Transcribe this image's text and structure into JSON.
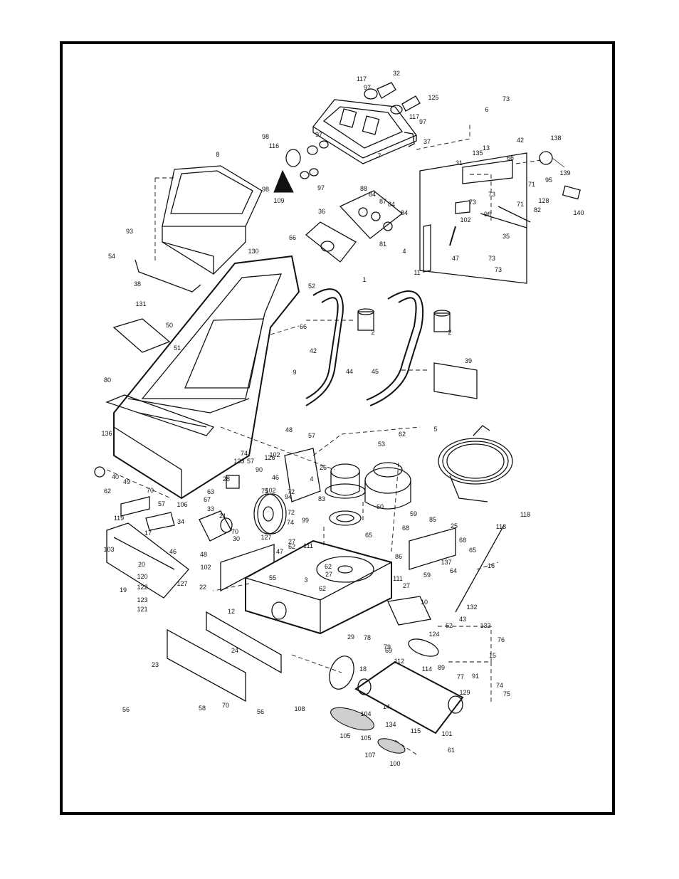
{
  "diagram": {
    "callouts": [
      "1",
      "2",
      "2",
      "3",
      "4",
      "4",
      "5",
      "6",
      "7",
      "8",
      "9",
      "10",
      "11",
      "12",
      "13",
      "14",
      "15",
      "16",
      "17",
      "18",
      "19",
      "20",
      "21",
      "22",
      "23",
      "24",
      "25",
      "26",
      "27",
      "27",
      "27",
      "28",
      "29",
      "30",
      "31",
      "32",
      "33",
      "34",
      "35",
      "36",
      "37",
      "38",
      "39",
      "40",
      "42",
      "42",
      "43",
      "44",
      "45",
      "46",
      "46",
      "47",
      "47",
      "48",
      "48",
      "49",
      "50",
      "51",
      "52",
      "53",
      "54",
      "55",
      "56",
      "56",
      "57",
      "57",
      "57",
      "58",
      "59",
      "59",
      "60",
      "61",
      "62",
      "62",
      "62",
      "62",
      "62",
      "62",
      "63",
      "64",
      "65",
      "65",
      "66",
      "66",
      "66",
      "67",
      "68",
      "68",
      "69",
      "70",
      "70",
      "70",
      "71",
      "71",
      "72",
      "72",
      "73",
      "73",
      "73",
      "73",
      "73",
      "74",
      "74",
      "74",
      "75",
      "75",
      "76",
      "77",
      "78",
      "79",
      "80",
      "81",
      "82",
      "83",
      "84",
      "84",
      "84",
      "85",
      "86",
      "87",
      "88",
      "89",
      "90",
      "91",
      "93",
      "94",
      "95",
      "96",
      "97",
      "97",
      "97",
      "97",
      "98",
      "98",
      "99",
      "100",
      "101",
      "102",
      "102",
      "102",
      "102",
      "103",
      "104",
      "105",
      "105",
      "106",
      "107",
      "108",
      "109",
      "111",
      "111",
      "112",
      "113",
      "114",
      "115",
      "116",
      "117",
      "117",
      "118",
      "119",
      "120",
      "121",
      "122",
      "123",
      "124",
      "125",
      "126",
      "127",
      "127",
      "128",
      "129",
      "130",
      "131",
      "132",
      "132",
      "133",
      "134",
      "135",
      "136",
      "137",
      "138",
      "139",
      "140"
    ]
  }
}
